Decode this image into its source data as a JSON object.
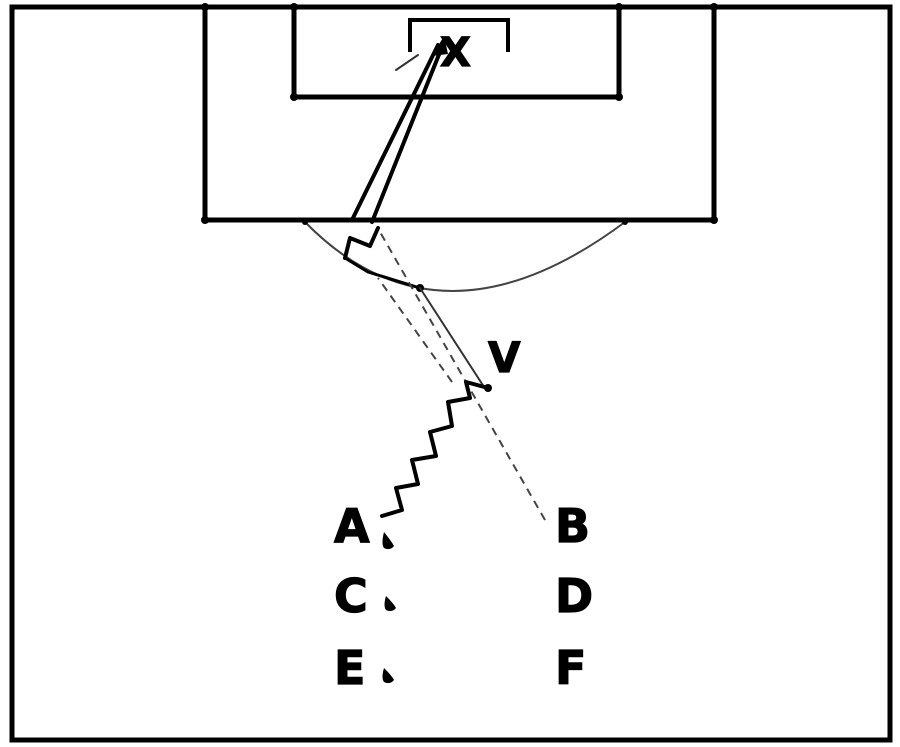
{
  "diagram": {
    "goalkeeper_label": "X",
    "defender_label": "V",
    "players": {
      "a": "A",
      "b": "B",
      "c": "C",
      "d": "D",
      "e": "E",
      "f": "F"
    }
  }
}
